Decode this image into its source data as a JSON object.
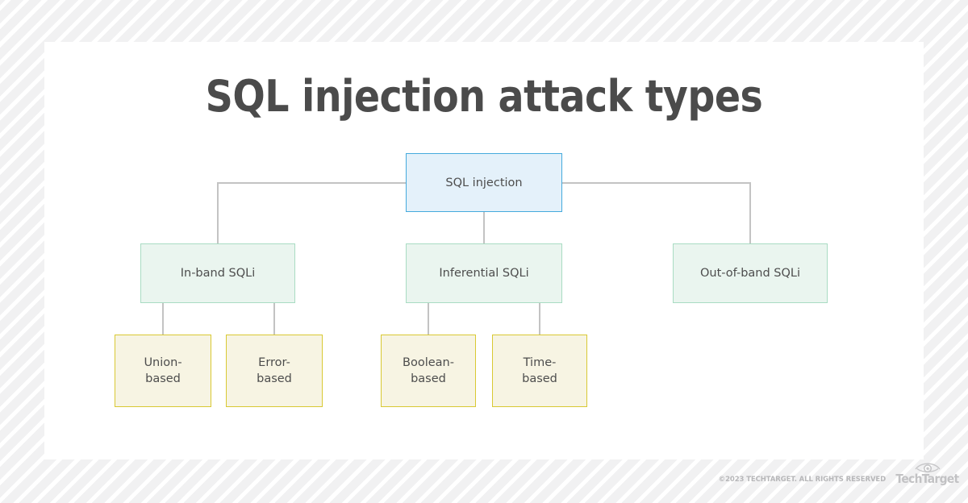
{
  "page": {
    "title": "SQL injection attack types",
    "background_color": "#f2f2f3",
    "card_color": "#ffffff",
    "title_color": "#4b4b4b"
  },
  "diagram": {
    "type": "tree",
    "node_colors": {
      "root_fill": "#e4f1fa",
      "root_border": "#45aadd",
      "level2_fill": "#eaf5ef",
      "level2_border": "#a9dcc3",
      "level3_fill": "#f7f4e3",
      "level3_border": "#d9c933",
      "connector": "#c3c3c3",
      "node_text": "#4d4d4d"
    },
    "nodes": {
      "root": {
        "label": "SQL injection"
      },
      "level2": [
        {
          "label": "In-band SQLi"
        },
        {
          "label": "Inferential SQLi"
        },
        {
          "label": "Out-of-band SQLi"
        }
      ],
      "level3": [
        {
          "label": "Union-based",
          "line1": "Union-",
          "line2": "based",
          "parent": "In-band SQLi"
        },
        {
          "label": "Error-based",
          "line1": "Error-",
          "line2": "based",
          "parent": "In-band SQLi"
        },
        {
          "label": "Boolean-based",
          "line1": "Boolean-",
          "line2": "based",
          "parent": "Inferential SQLi"
        },
        {
          "label": "Time-based",
          "line1": "Time-",
          "line2": "based",
          "parent": "Inferential SQLi"
        }
      ]
    }
  },
  "footer": {
    "copyright": "©2023 TECHTARGET. ALL RIGHTS RESERVED",
    "brand": "TechTarget",
    "logo_icon": "eye-icon"
  }
}
